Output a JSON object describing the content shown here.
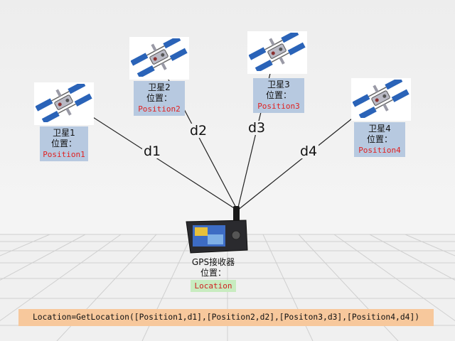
{
  "satellites": [
    {
      "title": "卫星1",
      "position_label": "位置：",
      "position": "Position1",
      "distance": "d1"
    },
    {
      "title": "卫星2",
      "position_label": "位置：",
      "position": "Position2",
      "distance": "d2"
    },
    {
      "title": "卫星3",
      "position_label": "位置：",
      "position": "Position3",
      "distance": "d3"
    },
    {
      "title": "卫星4",
      "position_label": "位置：",
      "position": "Position4",
      "distance": "d4"
    }
  ],
  "receiver": {
    "title": "GPS接收器",
    "position_label": "位置：",
    "location": "Location"
  },
  "formula": "Location=GetLocation([Position1,d1],[Position2,d2],[Positon3,d3],[Position4,d4])",
  "colors": {
    "label_bg": "#b7c9e0",
    "position_text": "#e02020",
    "location_bg": "#c8ecc0",
    "formula_bg": "#f7c89c",
    "panel_blue": "#2a63b8"
  }
}
